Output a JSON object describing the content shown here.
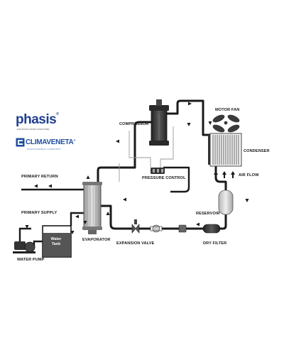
{
  "logos": {
    "phasis": "phasis",
    "phasis_mark": "®",
    "phasis_tagline": "ELECTRONIC WATER CONDITIONER",
    "climaveneta": "CLIMAVENETA",
    "climaveneta_mark": "®",
    "climaveneta_tagline": "SUSTAINABLE COMFORT"
  },
  "labels": {
    "compressor": "COMPRESSOR",
    "motor_fan": "MOTOR FAN",
    "condenser": "CONDENSER",
    "air_flow": "AIR FLOW",
    "pressure_control": "PRESSURE CONTROL",
    "primary_return": "PRIMARY RETURN",
    "primary_supply": "PRIMARY SUPPLY",
    "reservoir": "RESERVOIR",
    "evaporator": "EVAPORATOR",
    "expansion_valve": "EXPANSION VALVE",
    "dry_filter": "DRY FILTER",
    "water_pump": "WATER PUMP",
    "water_tank_line1": "Water",
    "water_tank_line2": "Tank"
  },
  "colors": {
    "pipe": "#1a1a1a",
    "control_line": "#9a9a9a",
    "component_dark": "#3a3a3a",
    "water": "#555555",
    "brand_blue": "#1f3f8f"
  }
}
